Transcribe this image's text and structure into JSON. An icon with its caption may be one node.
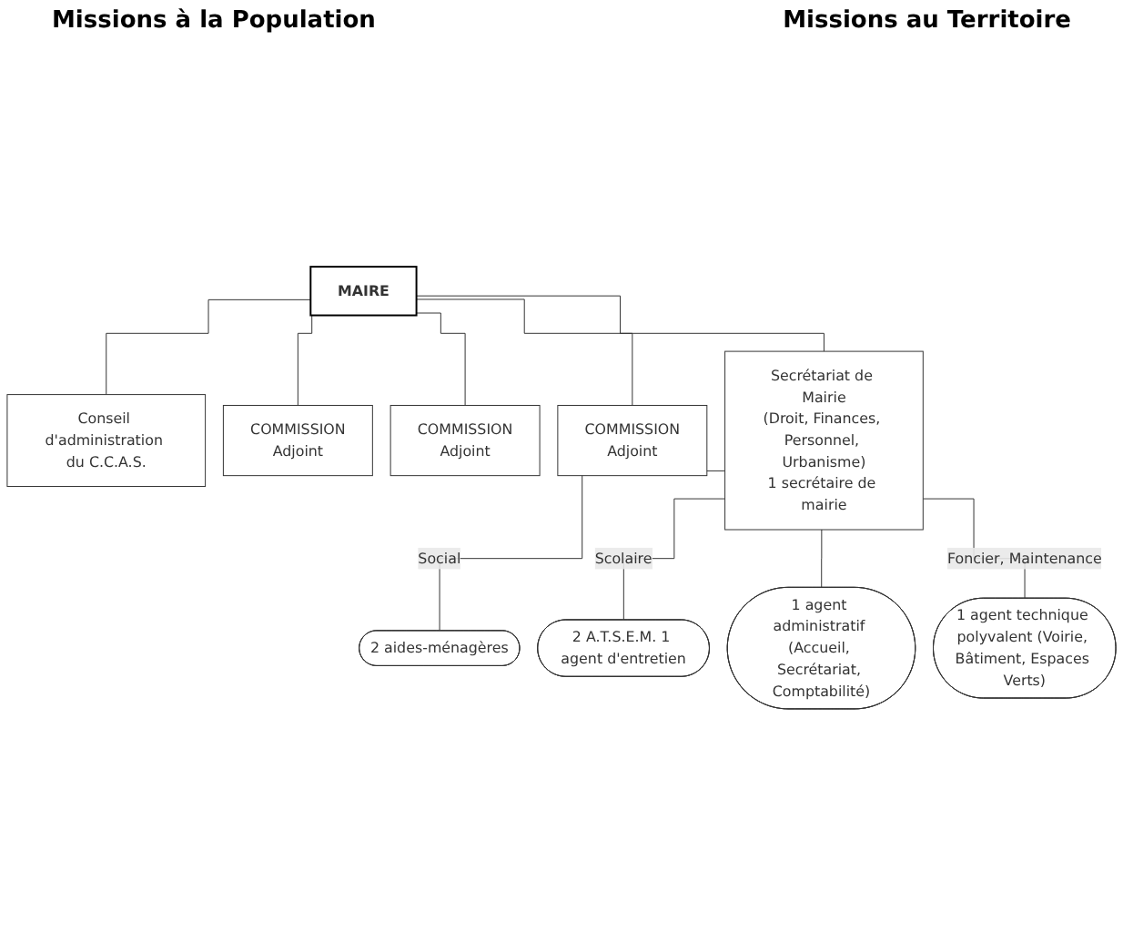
{
  "diagram": {
    "nodes": [
      {
        "text": [
          "MAIRE"
        ]
      },
      {
        "text": [
          "Conseil d'administration du C.C.A.S."
        ]
      },
      {
        "text": [
          "COMMISSION",
          "Adjoint"
        ]
      },
      {
        "text": [
          "COMMISSION",
          "Adjoint"
        ]
      },
      {
        "text": [
          "COMMISSION",
          "Adjoint"
        ]
      },
      {
        "text": [
          "Secrétariat de Mairie",
          "(Droit, Finances, Personnel, Urbanisme)",
          "1 secrétaire de mairie"
        ]
      },
      {
        "text": [
          "2 aides-ménagères"
        ]
      },
      {
        "text": [
          "2 A.T.S.E.M. 1 agent d'entretien"
        ]
      },
      {
        "text": [
          "1 agent administratif (Accueil, Secrétariat, Comptabilité)"
        ]
      },
      {
        "text": [
          "1 agent technique polyvalent (Voirie, Bâtiment, Espaces Verts)"
        ]
      }
    ],
    "edges": [
      {
        "from": 0,
        "to": 1,
        "arrow": "none"
      },
      {
        "from": 0,
        "to": 2,
        "arrow": "none"
      },
      {
        "from": 0,
        "to": 3,
        "arrow": "none"
      },
      {
        "from": 0,
        "to": 4,
        "arrow": "none"
      },
      {
        "from": 0,
        "to": 5,
        "arrow": "none"
      },
      {
        "from": 5,
        "to": 6,
        "arrow": "none",
        "label": "Social"
      },
      {
        "from": 5,
        "to": 7,
        "arrow": "none",
        "label": "Scolaire"
      },
      {
        "from": 5,
        "to": 8,
        "arrow": "none"
      },
      {
        "from": 5,
        "to": 9,
        "arrow": "none",
        "label": "Foncier, Maintenance"
      }
    ],
    "labels": [
      "Missions à la Population",
      "Missions au Territoire"
    ]
  }
}
